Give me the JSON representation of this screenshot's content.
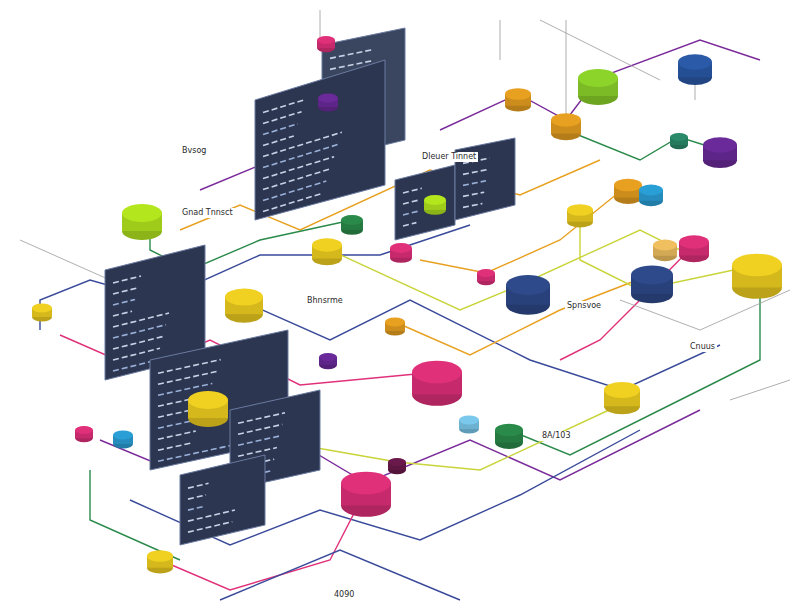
{
  "diagram": {
    "labels": [
      "Bvsog",
      "Gnad Tnnsct",
      "Dleuer Tinnet",
      "Bhnsrme",
      "Spnsvoe",
      "Cnuus",
      "8A/103",
      "4090"
    ]
  }
}
